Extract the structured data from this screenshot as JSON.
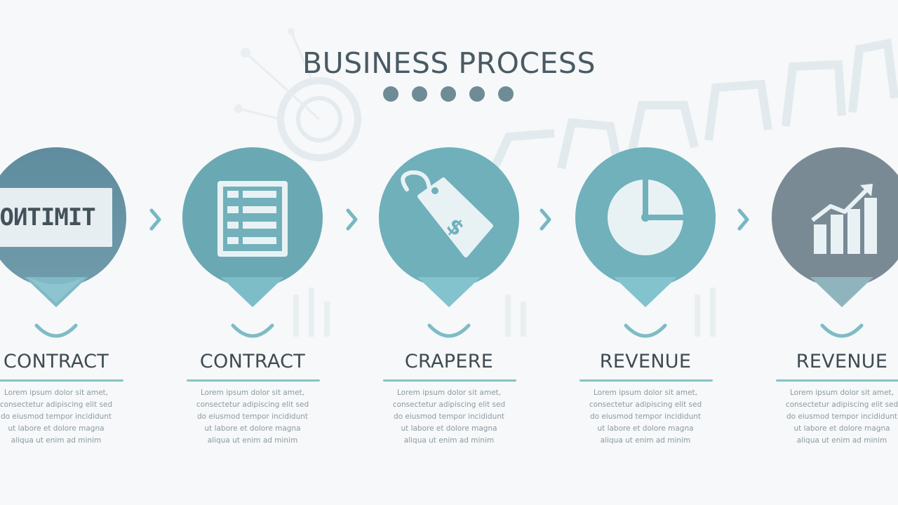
{
  "title": "BUSINESS PROCESS",
  "progress_dots": 5,
  "colors": {
    "teal": "#72b0bb",
    "teal_dark": "#5d9aa6",
    "blue_grey": "#6e92a3",
    "slate": "#7b8a94",
    "accent_rule": "#86c2c7",
    "title_text": "#4a5a63"
  },
  "steps": [
    {
      "title": "CONTRACT",
      "icon": "banner-icon",
      "banner_text": "COИTIMIT",
      "lines": [
        "Lorem ipsum dolor sit amet,",
        "consectetur adipiscing elit sed",
        "do eiusmod tempor incididunt",
        "ut labore et dolore magna",
        "aliqua ut enim ad minim"
      ]
    },
    {
      "title": "CONTRACT",
      "icon": "document-list-icon",
      "lines": [
        "Lorem ipsum dolor sit amet,",
        "consectetur adipiscing elit sed",
        "do eiusmod tempor incididunt",
        "ut labore et dolore magna",
        "aliqua ut enim ad minim"
      ]
    },
    {
      "title": "CRAPERE",
      "icon": "price-tag-icon",
      "lines": [
        "Lorem ipsum dolor sit amet,",
        "consectetur adipiscing elit sed",
        "do eiusmod tempor incididunt",
        "ut labore et dolore magna",
        "aliqua ut enim ad minim"
      ]
    },
    {
      "title": "REVENUE",
      "icon": "pie-chart-icon",
      "lines": [
        "Lorem ipsum dolor sit amet,",
        "consectetur adipiscing elit sed",
        "do eiusmod tempor incididunt",
        "ut labore et dolore magna",
        "aliqua ut enim ad minim"
      ]
    },
    {
      "title": "REVENUE",
      "icon": "growth-bar-chart-icon",
      "lines": [
        "Lorem ipsum dolor sit amet,",
        "consectetur adipiscing elit sed",
        "do eiusmod tempor incididunt",
        "ut labore et dolore magna",
        "aliqua ut enim ad minim"
      ]
    }
  ]
}
